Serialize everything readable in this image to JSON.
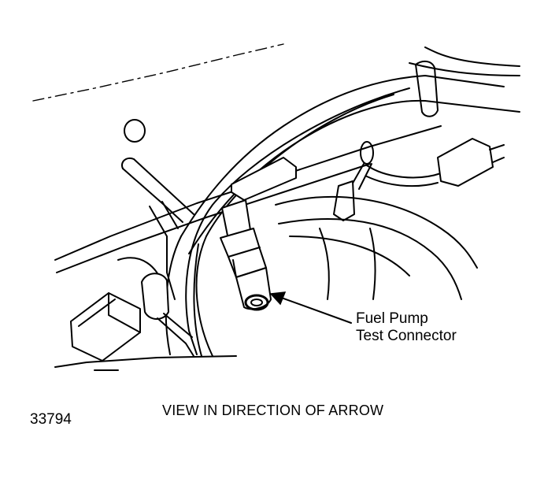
{
  "callout": {
    "line1": "Fuel Pump",
    "line2": "Test Connector"
  },
  "caption": "VIEW IN DIRECTION OF ARROW",
  "figure_number": "33794"
}
